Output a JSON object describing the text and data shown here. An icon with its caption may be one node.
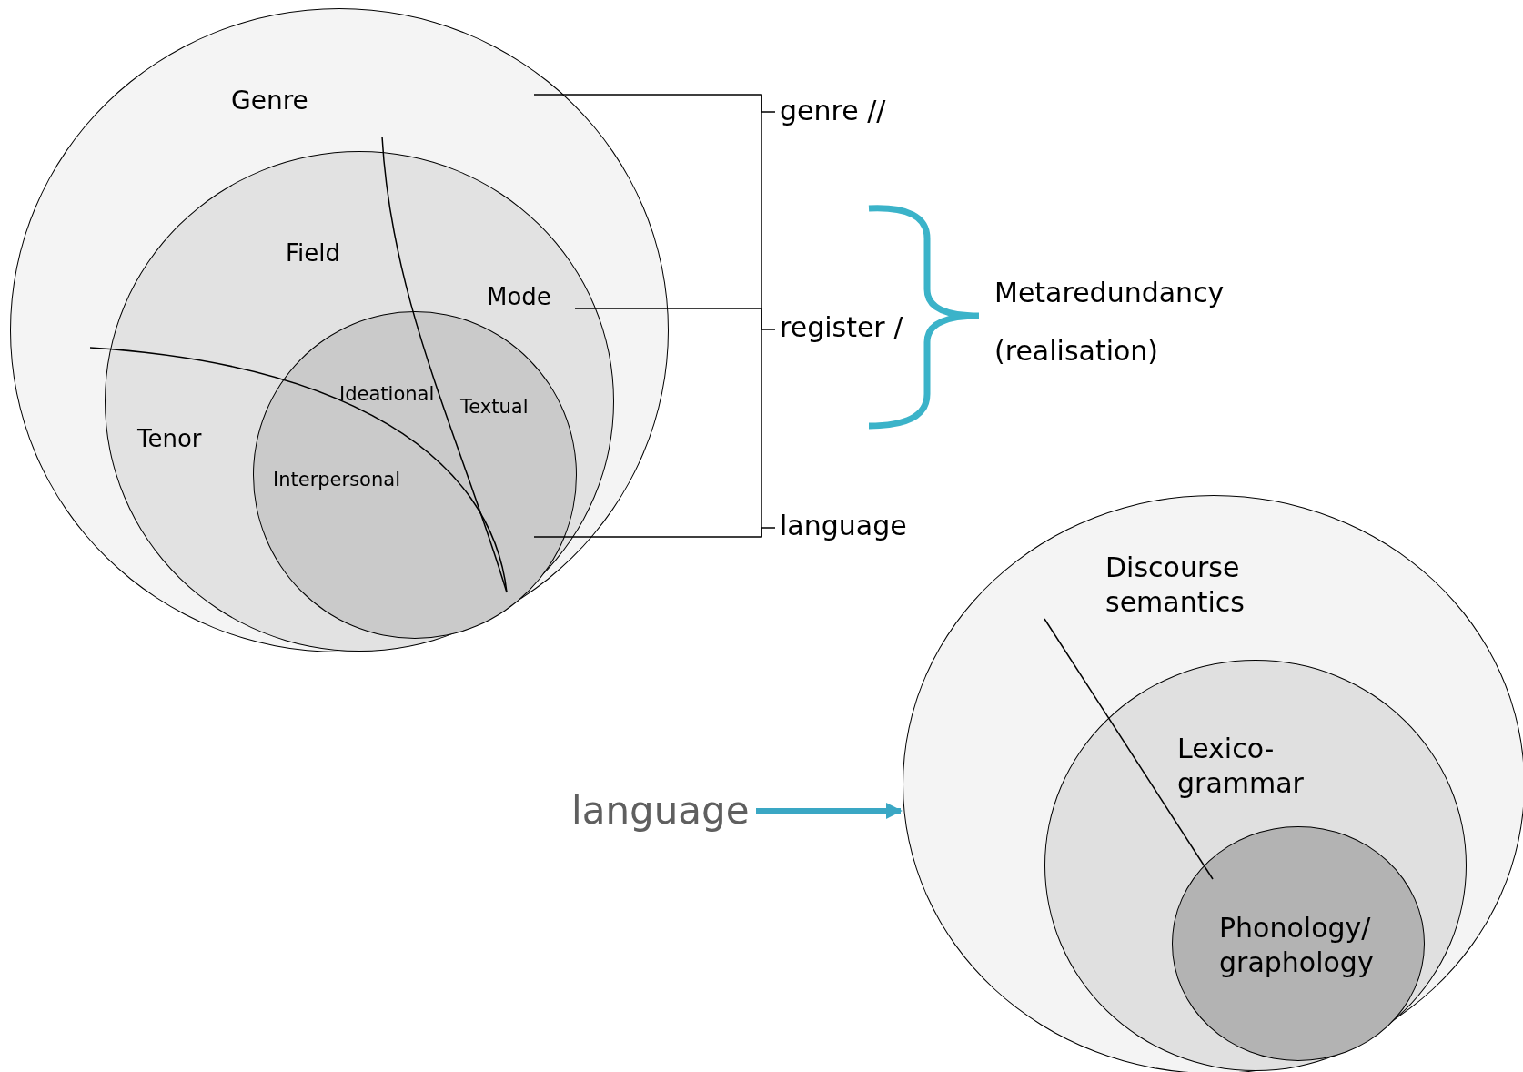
{
  "diagram": {
    "nodes": [
      {
        "text": [
          "Genre"
        ]
      },
      {
        "text": [
          "Field",
          "Mode",
          "Tenor"
        ],
        "in": 0
      },
      {
        "text": [
          "Ideational",
          "Textual",
          "Interpersonal"
        ],
        "in": 1
      },
      {
        "text": [
          "genre //"
        ]
      },
      {
        "text": [
          "register /"
        ]
      },
      {
        "text": [
          "language"
        ]
      },
      {
        "text": [
          "Metaredundancy (realisation)"
        ]
      },
      {
        "text": [
          "language"
        ]
      },
      {
        "text": [
          "Discourse semantics"
        ]
      },
      {
        "text": [
          "Lexico-grammar"
        ],
        "in": 8
      },
      {
        "text": [
          "Phonology/ graphology"
        ],
        "in": 9
      }
    ],
    "edges": [
      {
        "from": 3,
        "to": 0,
        "arrow": "none"
      },
      {
        "from": 4,
        "to": 1,
        "arrow": "none"
      },
      {
        "from": 5,
        "to": 2,
        "arrow": "none"
      },
      {
        "from": 7,
        "to": 8,
        "arrow": "to",
        "style": "thick",
        "color": "#3aa7c4"
      }
    ]
  }
}
